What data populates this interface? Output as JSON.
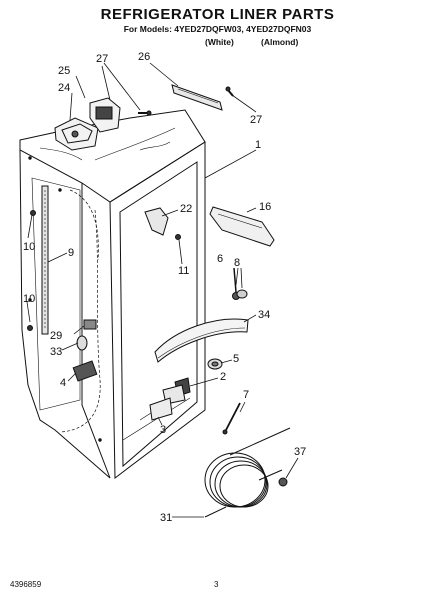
{
  "header": {
    "title": "REFRIGERATOR LINER PARTS",
    "models_line": "For Models: 4YED27DQFW03, 4YED27DQFN03",
    "variant_white": "(White)",
    "variant_almond": "(Almond)"
  },
  "callouts": [
    {
      "id": "1",
      "label": "1"
    },
    {
      "id": "2",
      "label": "2"
    },
    {
      "id": "3",
      "label": "3"
    },
    {
      "id": "4",
      "label": "4"
    },
    {
      "id": "5",
      "label": "5"
    },
    {
      "id": "6",
      "label": "6"
    },
    {
      "id": "7",
      "label": "7"
    },
    {
      "id": "8",
      "label": "8"
    },
    {
      "id": "9",
      "label": "9"
    },
    {
      "id": "10a",
      "label": "10"
    },
    {
      "id": "10b",
      "label": "10"
    },
    {
      "id": "11",
      "label": "11"
    },
    {
      "id": "16",
      "label": "16"
    },
    {
      "id": "22",
      "label": "22"
    },
    {
      "id": "24",
      "label": "24"
    },
    {
      "id": "25",
      "label": "25"
    },
    {
      "id": "26",
      "label": "26"
    },
    {
      "id": "27a",
      "label": "27"
    },
    {
      "id": "27b",
      "label": "27"
    },
    {
      "id": "29",
      "label": "29"
    },
    {
      "id": "31",
      "label": "31"
    },
    {
      "id": "33",
      "label": "33"
    },
    {
      "id": "34",
      "label": "34"
    },
    {
      "id": "37",
      "label": "37"
    }
  ],
  "footer": {
    "part_number": "4396859",
    "page_number": "3"
  }
}
